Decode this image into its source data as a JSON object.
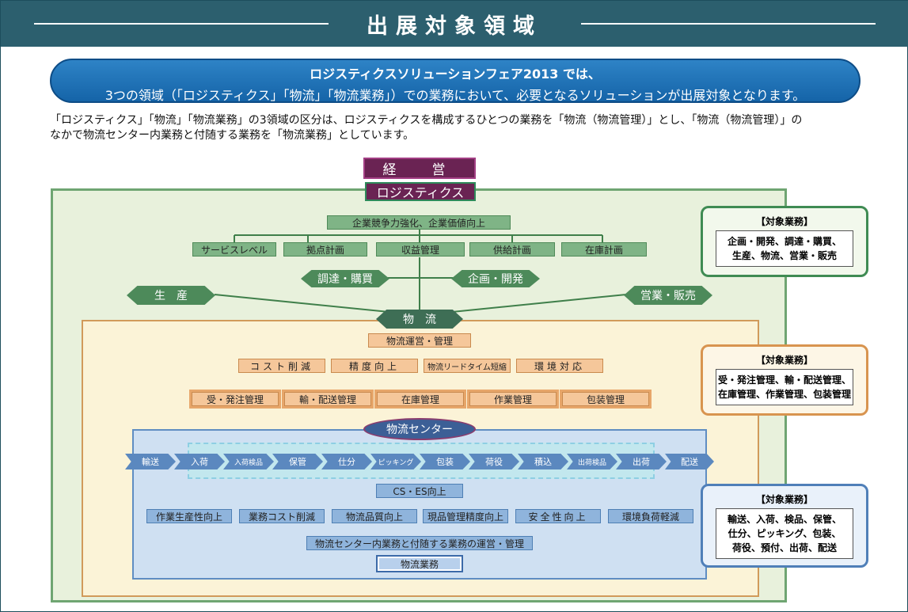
{
  "header": {
    "title": "出展対象領域"
  },
  "banner": {
    "line1_brand": "ロジスティクスソリューションフェア2013",
    "line1_suffix": " では、",
    "line2": "3つの領域（「ロジスティクス」「物流」「物流業務」）での業務において、必要となるソリューションが出展対象となります。"
  },
  "intro": {
    "line1": "「ロジスティクス」「物流」「物流業務」の3領域の区分は、ロジスティクスを構成するひとつの業務を「物流（物流管理）」とし、「物流（物流管理）」の",
    "line2": "なかで物流センター内業務と付随する業務を「物流業務」としています。"
  },
  "diagram": {
    "top": {
      "management": "経　営",
      "logistics": "ロジスティクス"
    },
    "logistics_goal": "企業競争力強化、企業価値向上",
    "logistics_items": [
      "サービスレベル",
      "拠点計画",
      "収益管理",
      "供給計画",
      "在庫計画"
    ],
    "side_hex": {
      "procurement": "調達・購買",
      "planning": "企画・開発",
      "production": "生　産",
      "sales": "営業・販売"
    },
    "physical": {
      "label": "物　流",
      "ops": "物流運営・管理",
      "goals": [
        "コスト削減",
        "精度向上",
        "物流リードタイム短縮",
        "環境対応"
      ],
      "mgmt": [
        "受・発注管理",
        "輸・配送管理",
        "在庫管理",
        "作業管理",
        "包装管理"
      ]
    },
    "center": {
      "label": "物流センター",
      "flow": [
        "輸送",
        "入荷",
        "入荷検品",
        "保管",
        "仕分",
        "ピッキング",
        "包装",
        "荷役",
        "積込",
        "出荷検品",
        "出荷",
        "配送"
      ],
      "cs_es": "CS・ES向上",
      "improvements": [
        "作業生産性向上",
        "業務コスト削減",
        "物流品質向上",
        "現品管理精度向上",
        "安全性向上",
        "環境負荷軽減"
      ],
      "ops": "物流センター内業務と付随する業務の運営・管理",
      "business": "物流業務"
    }
  },
  "targets": [
    {
      "title": "【対象業務】",
      "body": "企画・開発、調達・購買、\n生産、物流、営業・販売",
      "color": "#3f8b53"
    },
    {
      "title": "【対象業務】",
      "body": "受・発注管理、輸・配送管理、\n在庫管理、作業管理、包装管理",
      "color": "#d8944f"
    },
    {
      "title": "【対象業務】",
      "body": "輸送、入荷、検品、保管、\n仕分、ピッキング、包装、\n荷役、預付、出荷、配送",
      "color": "#4f7fb8"
    }
  ]
}
